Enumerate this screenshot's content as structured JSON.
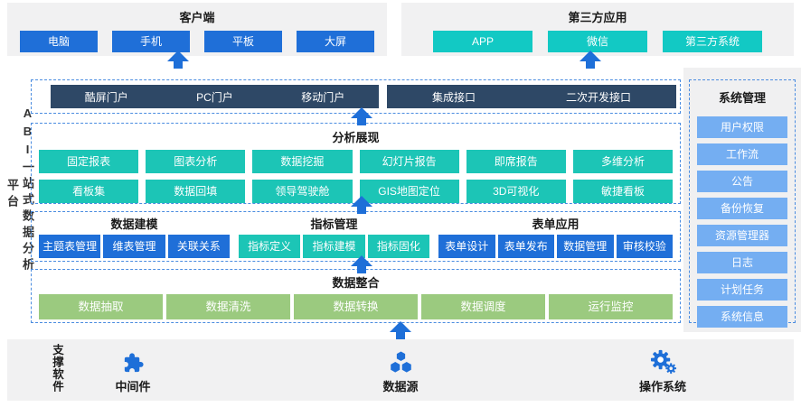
{
  "colors": {
    "blue": "#1F6FD8",
    "teal": "#12C9C4",
    "teal_green": "#1CC5B6",
    "navy": "#2E4866",
    "light_blue": "#74AEF2",
    "green": "#9BCA7F",
    "dashed_border": "#4A8CE0",
    "panel_bg": "#F1F1F2",
    "arrow": "#1E6FD8"
  },
  "client": {
    "title": "客户端",
    "items": [
      "电脑",
      "手机",
      "平板",
      "大屏"
    ]
  },
  "third_party": {
    "title": "第三方应用",
    "items": [
      "APP",
      "微信",
      "第三方系统"
    ]
  },
  "platform_label": {
    "main": "ABI一站式数据分析",
    "suffix": "平台"
  },
  "portal": {
    "bar1": [
      "酷屏门户",
      "PC门户",
      "移动门户"
    ],
    "bar2": [
      "集成接口",
      "二次开发接口"
    ]
  },
  "analysis": {
    "title": "分析展现",
    "row1": [
      "固定报表",
      "图表分析",
      "数据挖掘",
      "幻灯片报告",
      "即席报告",
      "多维分析"
    ],
    "row2": [
      "看板集",
      "数据回填",
      "领导驾驶舱",
      "GIS地图定位",
      "3D可视化",
      "敏捷看板"
    ]
  },
  "modeling": {
    "groups": [
      {
        "title": "数据建模",
        "items": [
          "主题表管理",
          "维表管理",
          "关联关系"
        ]
      },
      {
        "title": "指标管理",
        "items": [
          "指标定义",
          "指标建模",
          "指标固化"
        ]
      },
      {
        "title": "表单应用",
        "items": [
          "表单设计",
          "表单发布",
          "数据管理",
          "审核校验"
        ]
      }
    ]
  },
  "integration": {
    "title": "数据整合",
    "items": [
      "数据抽取",
      "数据清洗",
      "数据转换",
      "数据调度",
      "运行监控"
    ]
  },
  "system": {
    "title": "系统管理",
    "items": [
      "用户权限",
      "工作流",
      "公告",
      "备份恢复",
      "资源管理器",
      "日志",
      "计划任务",
      "系统信息"
    ]
  },
  "support": {
    "label": "支撑软件",
    "items": [
      {
        "name": "中间件",
        "icon": "puzzle-icon"
      },
      {
        "name": "数据源",
        "icon": "hexagons-icon"
      },
      {
        "name": "操作系统",
        "icon": "gears-icon"
      }
    ]
  }
}
